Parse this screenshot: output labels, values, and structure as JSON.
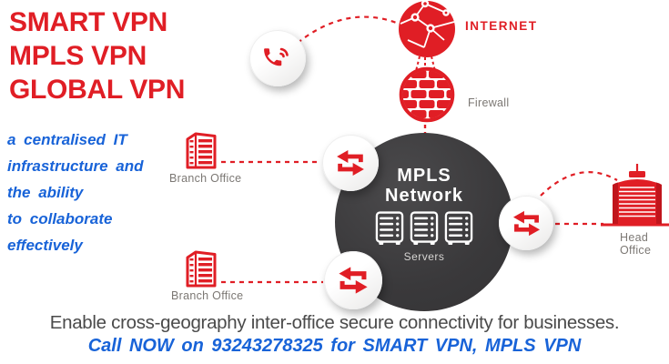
{
  "colors": {
    "red": "#E01E25",
    "dark_red": "#B5121A",
    "blue": "#1863D8",
    "dark_circle": "#3A393B",
    "gray_label": "#7C7874",
    "text_dark": "#4A4A4A"
  },
  "headline": {
    "lines": [
      "SMART VPN",
      "MPLS VPN",
      "GLOBAL VPN"
    ]
  },
  "tagline": {
    "lines": [
      "a centralised IT",
      "infrastructure and",
      "the ability",
      "to collaborate",
      "effectively"
    ]
  },
  "diagram": {
    "internet": {
      "label": "INTERNET",
      "icon": "globe-network-icon"
    },
    "firewall": {
      "label": "Firewall",
      "icon": "firewall-brick-icon"
    },
    "phone": {
      "icon": "phone-call-icon"
    },
    "mpls": {
      "title_line1": "MPLS",
      "title_line2": "Network",
      "servers_label": "Servers",
      "icon": "server-rack-icon"
    },
    "branch_office_top": {
      "label": "Branch Office",
      "icon": "office-building-icon"
    },
    "branch_office_bottom": {
      "label": "Branch Office",
      "icon": "office-building-icon"
    },
    "head_office": {
      "label": "Head Office",
      "icon": "tower-building-icon"
    },
    "transfer_nodes_icon": "data-transfer-arrows-icon"
  },
  "footer": {
    "line1": "Enable cross-geography inter-office secure connectivity for businesses.",
    "line2": "Call NOW on 93243278325 for SMART VPN, MPLS VPN"
  }
}
